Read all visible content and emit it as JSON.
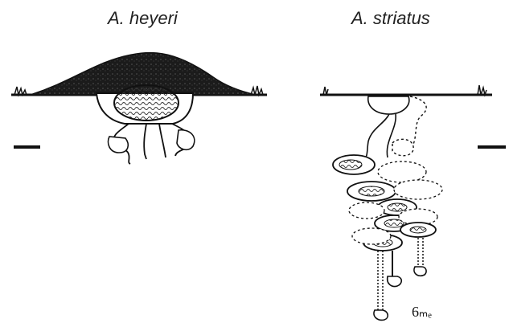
{
  "panels": [
    {
      "title": "A. heyeri"
    },
    {
      "title": "A. striatus",
      "annotation": "6ₘₑ"
    }
  ],
  "colors": {
    "ink": "#111111",
    "mound": "#1b1b1b",
    "comb": "#555555"
  },
  "scale_bars": 2
}
